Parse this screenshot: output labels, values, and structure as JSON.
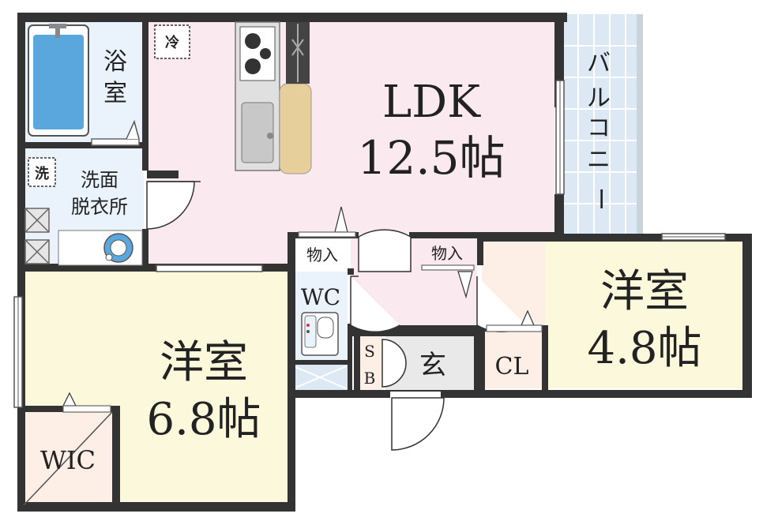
{
  "rooms": {
    "ldk": {
      "name": "LDK",
      "size": "12.5帖"
    },
    "bath": {
      "line1": "浴",
      "line2": "室"
    },
    "washroom": {
      "line1": "洗面",
      "line2": "脱衣所"
    },
    "balcony": {
      "chars": [
        "バ",
        "ル",
        "コ",
        "ニ",
        "ー"
      ]
    },
    "western_large": {
      "name": "洋室",
      "size": "6.8帖"
    },
    "western_small": {
      "name": "洋室",
      "size": "4.8帖"
    },
    "wic": {
      "name": "WIC"
    },
    "wc": {
      "name": "WC"
    },
    "entrance": {
      "name": "玄"
    },
    "closet": {
      "name": "CL"
    },
    "shoebox": {
      "line1": "S",
      "line2": "B"
    },
    "storage_left": {
      "name": "物入"
    },
    "storage_right": {
      "name": "物入"
    }
  },
  "markers": {
    "fridge": "冷",
    "washer": "洗"
  },
  "colors": {
    "wall": "#333333",
    "ldk_floor": "#fbe9f0",
    "western_floor": "#fbf8dc",
    "wet_floor": "#eaf3fb",
    "balcony": "#dce8f3",
    "closet_floor": "#fdeee6",
    "entrance_floor": "#e9e9e9",
    "counter": "#e6cf9b",
    "tub": "#5aa7dd"
  }
}
